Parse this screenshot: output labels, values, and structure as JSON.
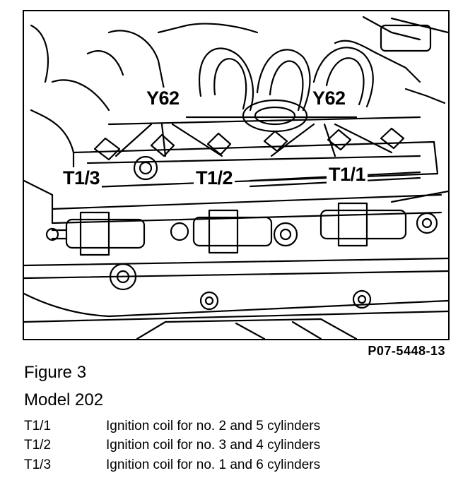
{
  "illustration": {
    "callouts": {
      "y62_left": "Y62",
      "y62_right": "Y62",
      "t1_3": "T1/3",
      "t1_2": "T1/2",
      "t1_1": "T1/1"
    }
  },
  "reference_code": "P07-5448-13",
  "figure_title": "Figure 3",
  "model": "Model 202",
  "legend": [
    {
      "code": "T1/1",
      "description": "Ignition coil for no. 2 and 5 cylinders"
    },
    {
      "code": "T1/2",
      "description": "Ignition coil for no. 3 and 4 cylinders"
    },
    {
      "code": "T1/3",
      "description": "Ignition coil for no. 1 and 6 cylinders"
    }
  ]
}
